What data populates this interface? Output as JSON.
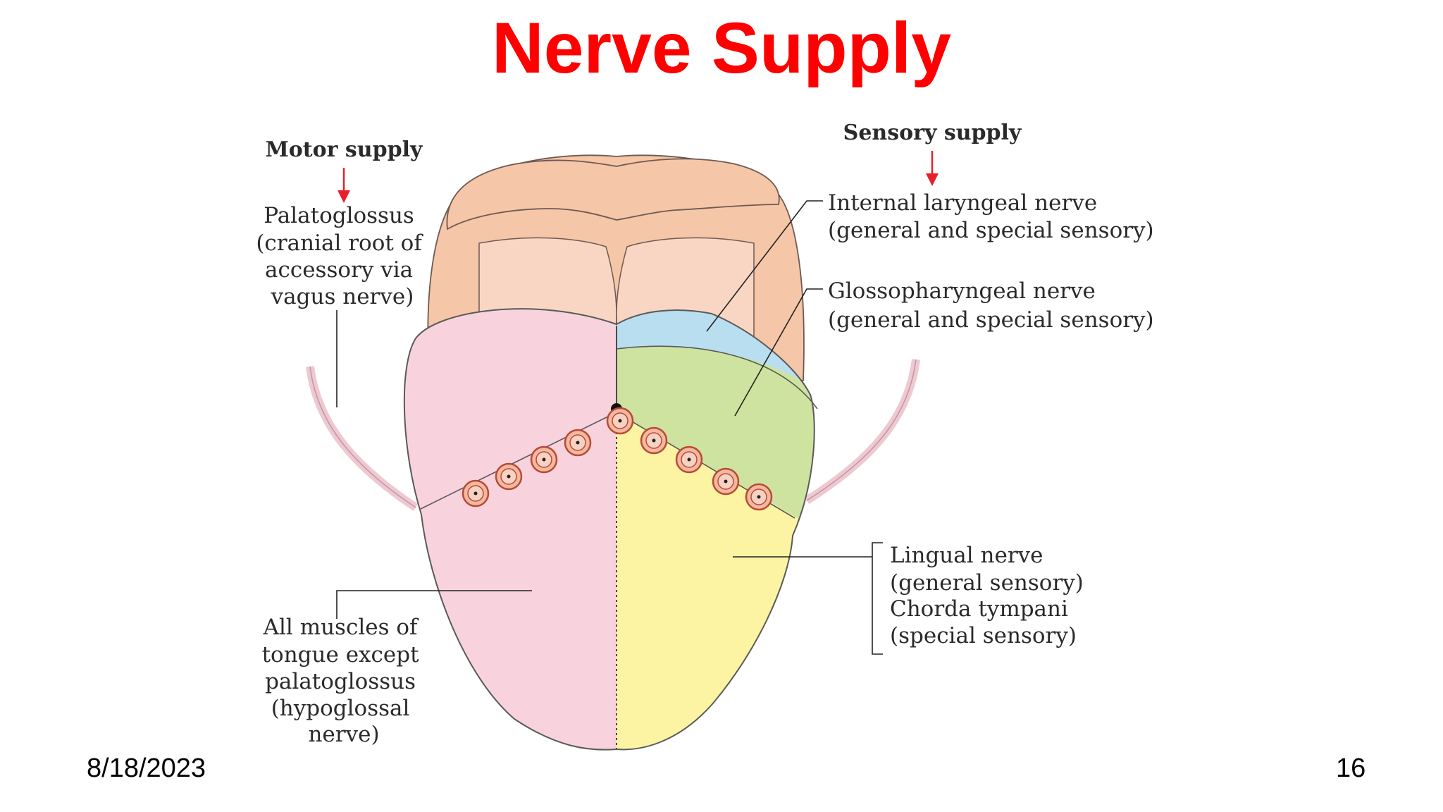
{
  "slide": {
    "title": "Nerve Supply",
    "date": "8/18/2023",
    "page_number": "16"
  },
  "diagram": {
    "motor_heading": "Motor supply",
    "sensory_heading": "Sensory supply",
    "palatoglossus_lines": [
      "Palatoglossus",
      "(cranial root of",
      "accessory via",
      "vagus nerve)"
    ],
    "internal_laryngeal_lines": [
      "Internal laryngeal nerve",
      "(general and special sensory)"
    ],
    "glossopharyngeal_lines": [
      "Glossopharyngeal nerve",
      "(general and special sensory)"
    ],
    "lingual_lines": [
      "Lingual nerve",
      "(general sensory)",
      "Chorda tympani",
      "(special sensory)"
    ],
    "hypoglossal_lines": [
      "All muscles of",
      "tongue except",
      "palatoglossus",
      "(hypoglossal",
      "nerve)"
    ],
    "colors": {
      "title": "#ff0000",
      "arrow": "#e8202a",
      "motor_region": "#f8d3dd",
      "internal_laryngeal_region": "#b9def0",
      "glossopharyngeal_region": "#cfe3a0",
      "lingual_region": "#fcf4a2",
      "epiglottis": "#f6c6a8",
      "papilla": "#f2b9a0"
    }
  }
}
